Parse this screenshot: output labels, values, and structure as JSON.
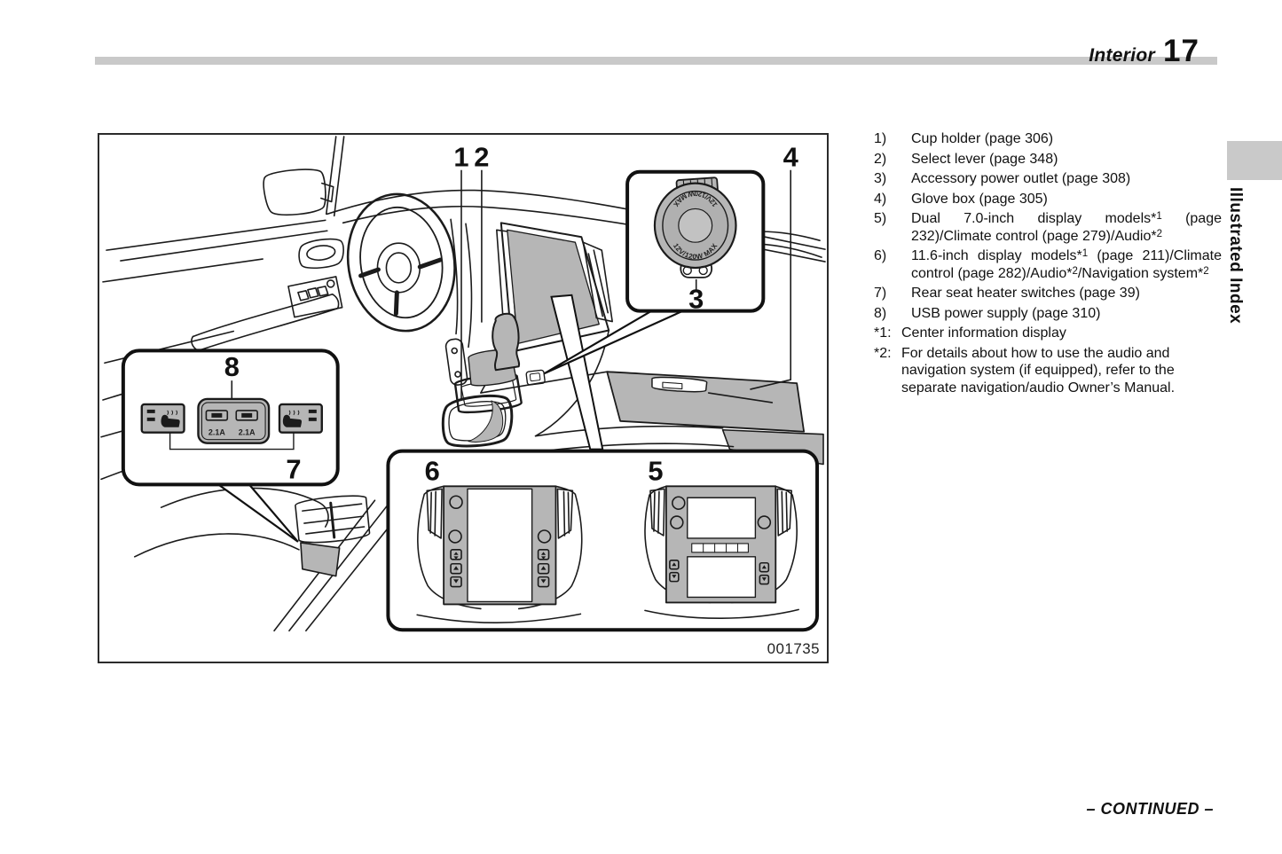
{
  "header": {
    "section": "Interior",
    "page_number": "17"
  },
  "side_tab": {
    "label": "Illustrated Index"
  },
  "figure": {
    "code": "001735",
    "outlet_marking": "12V/120W MAX",
    "usb_ports": [
      "2.1A",
      "2.1A"
    ],
    "labels": {
      "l1": "1",
      "l2": "2",
      "l3": "3",
      "l4": "4",
      "l5": "5",
      "l6": "6",
      "l7": "7",
      "l8": "8"
    }
  },
  "legend": {
    "items": [
      {
        "num": "1)",
        "t1": "Cup holder (page 306)"
      },
      {
        "num": "2)",
        "t1": "Select lever (page 348)"
      },
      {
        "num": "3)",
        "t1": "Accessory power outlet (page 308)"
      },
      {
        "num": "4)",
        "t1": "Glove box (page 305)"
      },
      {
        "num": "5)",
        "t1": "Dual 7.0-inch display models*",
        "s1": "1",
        "t2": " (page 232)/Climate control (page 279)/Audio*",
        "s2": "2"
      },
      {
        "num": "6)",
        "t1": "11.6-inch display models*",
        "s1": "1",
        "t2": " (page 211)/Climate control (page 282)/Audio*",
        "s2": "2",
        "t3": "/Navigation system*",
        "s3": "2"
      },
      {
        "num": "7)",
        "t1": "Rear seat heater switches (page 39)"
      },
      {
        "num": "8)",
        "t1": "USB power supply (page 310)"
      }
    ],
    "notes": [
      {
        "marker": "*1:",
        "text": "Center information display"
      },
      {
        "marker": "*2:",
        "text": "For details about how to use the audio and navigation system (if equipped), refer to the separate navigation/audio Owner’s Manual."
      }
    ]
  },
  "footer": {
    "continued": "– CONTINUED –"
  },
  "colors": {
    "page_bg": "#ffffff",
    "rule_gray": "#c9c9c9",
    "shade_gray": "#b6b6b6",
    "line": "#1b1b1b"
  }
}
